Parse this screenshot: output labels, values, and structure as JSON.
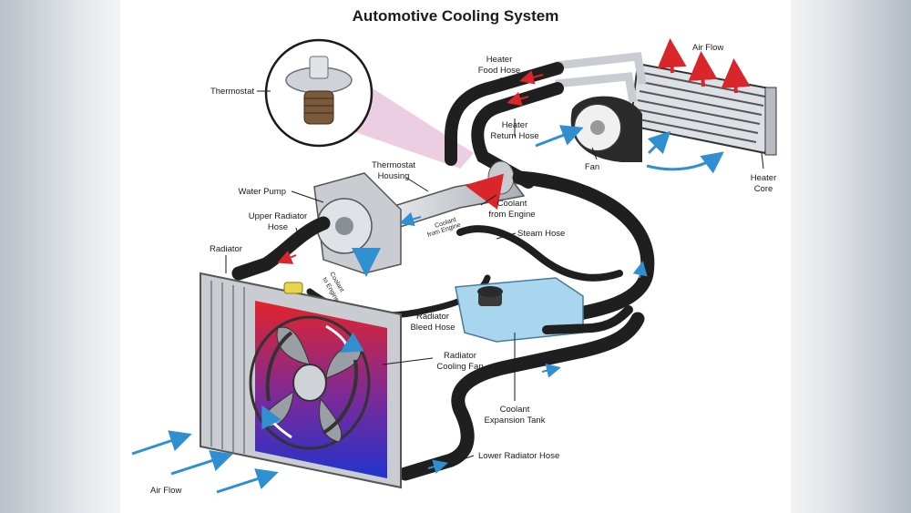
{
  "title": "Automotive Cooling System",
  "labels": {
    "thermostat": "Thermostat",
    "heater_food_hose_1": "Heater",
    "heater_food_hose_2": "Food Hose",
    "heater_return_hose_1": "Heater",
    "heater_return_hose_2": "Return Hose",
    "air_flow_top": "Air Flow",
    "thermostat_housing_1": "Thermostat",
    "thermostat_housing_2": "Housing",
    "fan": "Fan",
    "heater_core_1": "Heater",
    "heater_core_2": "Core",
    "water_pump": "Water Pump",
    "coolant_from_engine_1": "Coolant",
    "coolant_from_engine_2": "from Engine",
    "upper_radiator_hose_1": "Upper Radiator",
    "upper_radiator_hose_2": "Hose",
    "coolant_from_engine_small_1": "Coolant",
    "coolant_from_engine_small_2": "from Engine",
    "steam_hose": "Steam Hose",
    "radiator": "Radiator",
    "coolant_to_engine_1": "Coolant",
    "coolant_to_engine_2": "to Engine",
    "radiator_bleed_hose_1": "Radiator",
    "radiator_bleed_hose_2": "Bleed Hose",
    "radiator_cooling_fan_1": "Radiator",
    "radiator_cooling_fan_2": "Cooling Fan",
    "coolant_expansion_tank_1": "Coolant",
    "coolant_expansion_tank_2": "Expansion Tank",
    "lower_radiator_hose": "Lower Radiator Hose",
    "air_flow_bottom": "Air Flow"
  },
  "colors": {
    "hose": "#1f1f1f",
    "hot": "#d9262b",
    "cold": "#2f8fd0",
    "metal": "#c9cdd2",
    "tank": "#a9d6ef"
  },
  "icons": [
    "thermostat-icon",
    "water-pump-icon",
    "heater-core-icon",
    "blower-fan-icon",
    "radiator-icon",
    "cooling-fan-icon",
    "expansion-tank-icon"
  ]
}
